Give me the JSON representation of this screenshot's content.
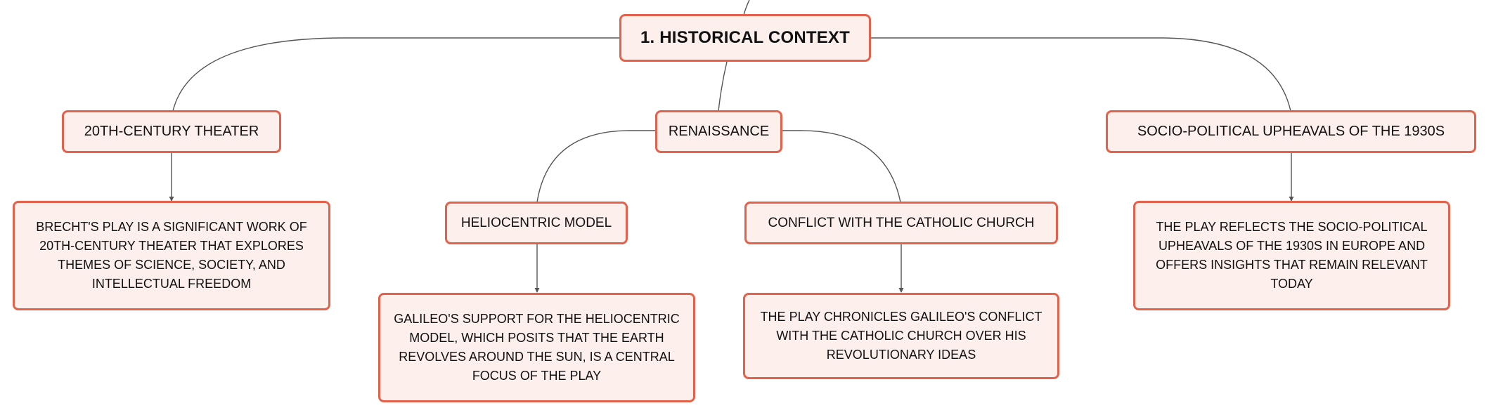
{
  "root": {
    "label": "1. HISTORICAL CONTEXT"
  },
  "topics": {
    "theater": {
      "label": "20TH-CENTURY THEATER",
      "detail": "BRECHT'S PLAY IS A SIGNIFICANT WORK OF 20TH-CENTURY THEATER THAT EXPLORES THEMES OF SCIENCE, SOCIETY, AND INTELLECTUAL FREEDOM"
    },
    "renaissance": {
      "label": "RENAISSANCE",
      "children": {
        "heliocentric": {
          "label": "HELIOCENTRIC MODEL",
          "detail": "GALILEO'S SUPPORT FOR THE HELIOCENTRIC MODEL, WHICH POSITS THAT THE EARTH REVOLVES AROUND THE SUN, IS A CENTRAL FOCUS OF THE PLAY"
        },
        "church": {
          "label": "CONFLICT WITH THE CATHOLIC CHURCH",
          "detail": "THE PLAY CHRONICLES GALILEO'S CONFLICT WITH THE CATHOLIC CHURCH OVER HIS REVOLUTIONARY IDEAS"
        }
      }
    },
    "upheavals": {
      "label": "SOCIO-POLITICAL UPHEAVALS OF THE 1930S",
      "detail": "THE PLAY REFLECTS THE SOCIO-POLITICAL UPHEAVALS OF THE 1930S IN EUROPE AND OFFERS INSIGHTS THAT REMAIN RELEVANT TODAY"
    }
  },
  "colors": {
    "node_fill": "#fdf0ec",
    "node_border": "#e4614b",
    "connector": "#555555",
    "text": "#111111"
  }
}
